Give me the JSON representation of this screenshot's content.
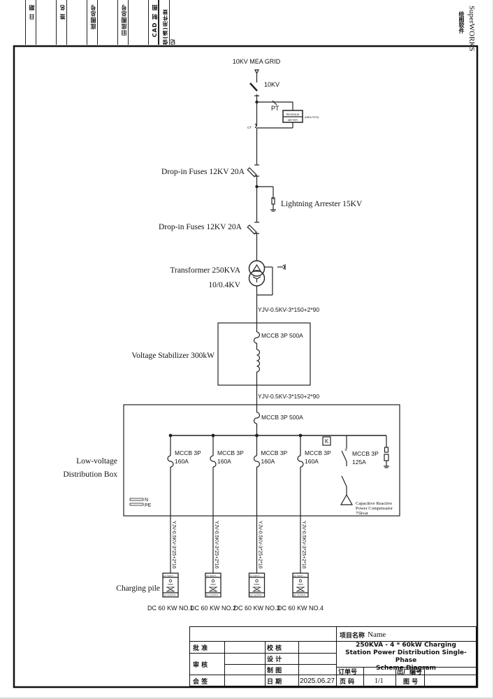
{
  "header": {
    "cells": [
      "日 期",
      "签 名",
      "底图总号",
      "旧底图总号",
      "CAD 制 图",
      "借(通)用件登记"
    ],
    "brand_en": "SuperWORKS",
    "brand_cn": "绘图软件"
  },
  "diagram": {
    "source": "10KV MEA GRID",
    "switch_label": "10KV",
    "pt_label": "PT",
    "ct_label": "CT",
    "meter_label_1": "REVENUE",
    "meter_label_2": "METER",
    "meter_note": "(MEA STD)",
    "fuse1_label": "Drop-in Fuses 12KV 20A",
    "arrester_label": "Lightning Arrester 15KV",
    "fuse2_label": "Drop-in Fuses 12KV 20A",
    "transformer_label_1": "Transformer 250KVA",
    "transformer_label_2": "10/0.4KV",
    "cable_main_1": "YJV-0.5KV-3*150+2*90",
    "stabilizer_label": "Voltage Stabilizer 300kW",
    "stabilizer_breaker": "MCCB 3P 500A",
    "cable_main_2": "YJV-0.5KV-3*150+2*90",
    "lv_box_label_1": "Low-voltage",
    "lv_box_label_2": "Distribution Box",
    "main_breaker": "MCCB 3P 500A",
    "k_label": "K",
    "branches": [
      {
        "breaker_1": "MCCB 3P",
        "breaker_2": "160A",
        "cable": "YJV-0.5KV-3*25+2*16",
        "pile": "DC 60 KW NO.1"
      },
      {
        "breaker_1": "MCCB 3P",
        "breaker_2": "160A",
        "cable": "YJV-0.5KV-3*25+2*16",
        "pile": "DC 60 KW NO.2"
      },
      {
        "breaker_1": "MCCB 3P",
        "breaker_2": "160A",
        "cable": "YJV-0.5KV-3*25+2*16",
        "pile": "DC 60 KW NO.3"
      },
      {
        "breaker_1": "MCCB 3P",
        "breaker_2": "160A",
        "cable": "YJV-0.5KV-3*25+2*16",
        "pile": "DC 60 KW NO.4"
      }
    ],
    "comp_breaker_1": "MCCB 3P",
    "comp_breaker_2": "125A",
    "compensator_1": "Capacitive Reactive",
    "compensator_2": "Power Compensator",
    "compensator_3": "75kvar",
    "n_label": "N",
    "pe_label": "PE",
    "charging_pile_label": "Charging pile",
    "pile_icon": {
      "top": "AC INPUT",
      "mid": "60kW",
      "bottom": "DC OUTPUT"
    }
  },
  "title_block": {
    "approve": "批  准",
    "review": "审  核",
    "countersign": "会  签",
    "check": "校  核",
    "design": "设  计",
    "drawing": "制  图",
    "date_label": "日  期",
    "date_value": "2025.06.27",
    "project_label": "项目名称",
    "project_value": "Name",
    "title_1": "250KVA - 4 * 60kW Charging",
    "title_2": "Station Power Distribution Single-Phase",
    "title_3": "Scheme Diagram",
    "order_label": "订单号",
    "factory_label": "出厂编号",
    "page_label": "页  码",
    "page_value": "1/1",
    "drawing_no_label": "图  号"
  }
}
